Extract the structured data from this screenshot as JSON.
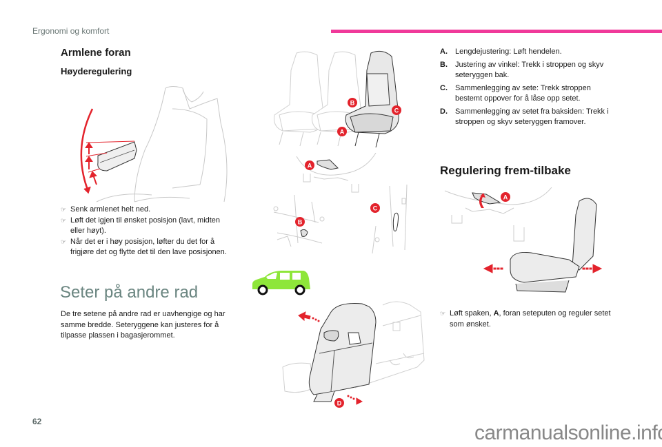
{
  "header": {
    "section_title": "Ergonomi og komfort",
    "accent_color": "#f0399a"
  },
  "left": {
    "heading": "Armlene foran",
    "subheading": "Høyderegulering",
    "bullets": [
      "Senk armlenet helt ned.",
      "Løft det igjen til ønsket posisjon (lavt, midten eller høyt).",
      "Når det er i høy posisjon, løfter du det for å frigjøre det og flytte det til den lave posisjonen."
    ],
    "bullet_icon": "pointing-hand-icon",
    "section2_heading": "Seter på andre rad",
    "section2_body": "De tre setene på andre rad er uavhengige og har samme bredde. Seteryggene kan justeres for å tilpasse plassen i bagasjerommet."
  },
  "figures": {
    "callout_labels": [
      "A",
      "B",
      "C",
      "D"
    ],
    "callout_color": "#e3232c",
    "car_color": "#8ee63a"
  },
  "right": {
    "legend": [
      {
        "label": "A.",
        "text": "Lengdejustering: Løft hendelen."
      },
      {
        "label": "B.",
        "text": "Justering av vinkel: Trekk i stroppen og skyv seteryggen bak."
      },
      {
        "label": "C.",
        "text": "Sammenlegging av sete: Trekk stroppen bestemt oppover for å låse opp setet."
      },
      {
        "label": "D.",
        "text": "Sammenlegging av setet fra baksiden: Trekk i stroppen og skyv seteryggen framover."
      }
    ],
    "heading": "Regulering frem-tilbake",
    "bullet_pre": "Løft spaken, ",
    "bullet_bold": "A",
    "bullet_post": ", foran seteputen og reguler setet som ønsket."
  },
  "footer": {
    "page_number": "62",
    "watermark": "carmanualsonline.info"
  }
}
